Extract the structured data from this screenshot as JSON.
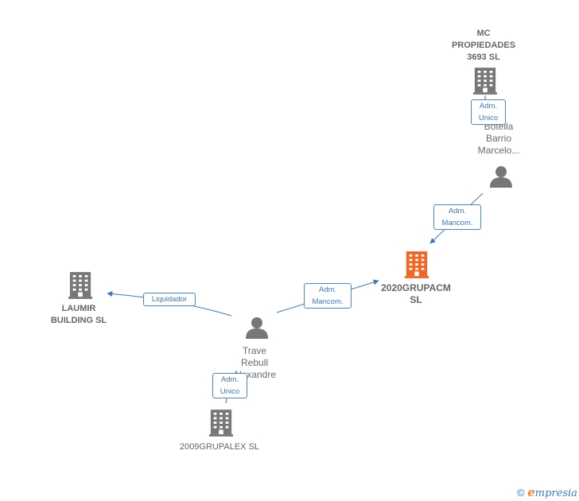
{
  "nodes": {
    "mc_propiedades": {
      "lines": [
        "MC",
        "PROPIEDADES",
        "3693  SL"
      ]
    },
    "botella": {
      "lines": [
        "Botella",
        "Barrio",
        "Marcelo..."
      ]
    },
    "grupacm": {
      "lines": [
        "2020GRUPACM",
        "SL"
      ]
    },
    "laumir": {
      "lines": [
        "LAUMIR",
        "BUILDING SL"
      ]
    },
    "trave": {
      "lines": [
        "Trave",
        "Rebull",
        "Alexandre"
      ]
    },
    "grupalex": {
      "lines": [
        "2009GRUPALEX SL"
      ]
    }
  },
  "edges": {
    "mc_botella": {
      "lines": [
        "Adm.",
        "Unico"
      ]
    },
    "botella_grupacm": {
      "lines": [
        "Adm.",
        "Mancom."
      ]
    },
    "trave_grupacm": {
      "lines": [
        "Adm.",
        "Mancom."
      ]
    },
    "trave_laumir": {
      "lines": [
        "Liquidador"
      ]
    },
    "trave_grupalex": {
      "lines": [
        "Adm.",
        "Unico"
      ]
    }
  },
  "colors": {
    "main_company": "#f26522",
    "company": "#777777",
    "person": "#777777",
    "edge": "#3b78c4"
  },
  "footer": {
    "symbol": "©",
    "brand_initial": "e",
    "brand_rest": "mpresia"
  }
}
